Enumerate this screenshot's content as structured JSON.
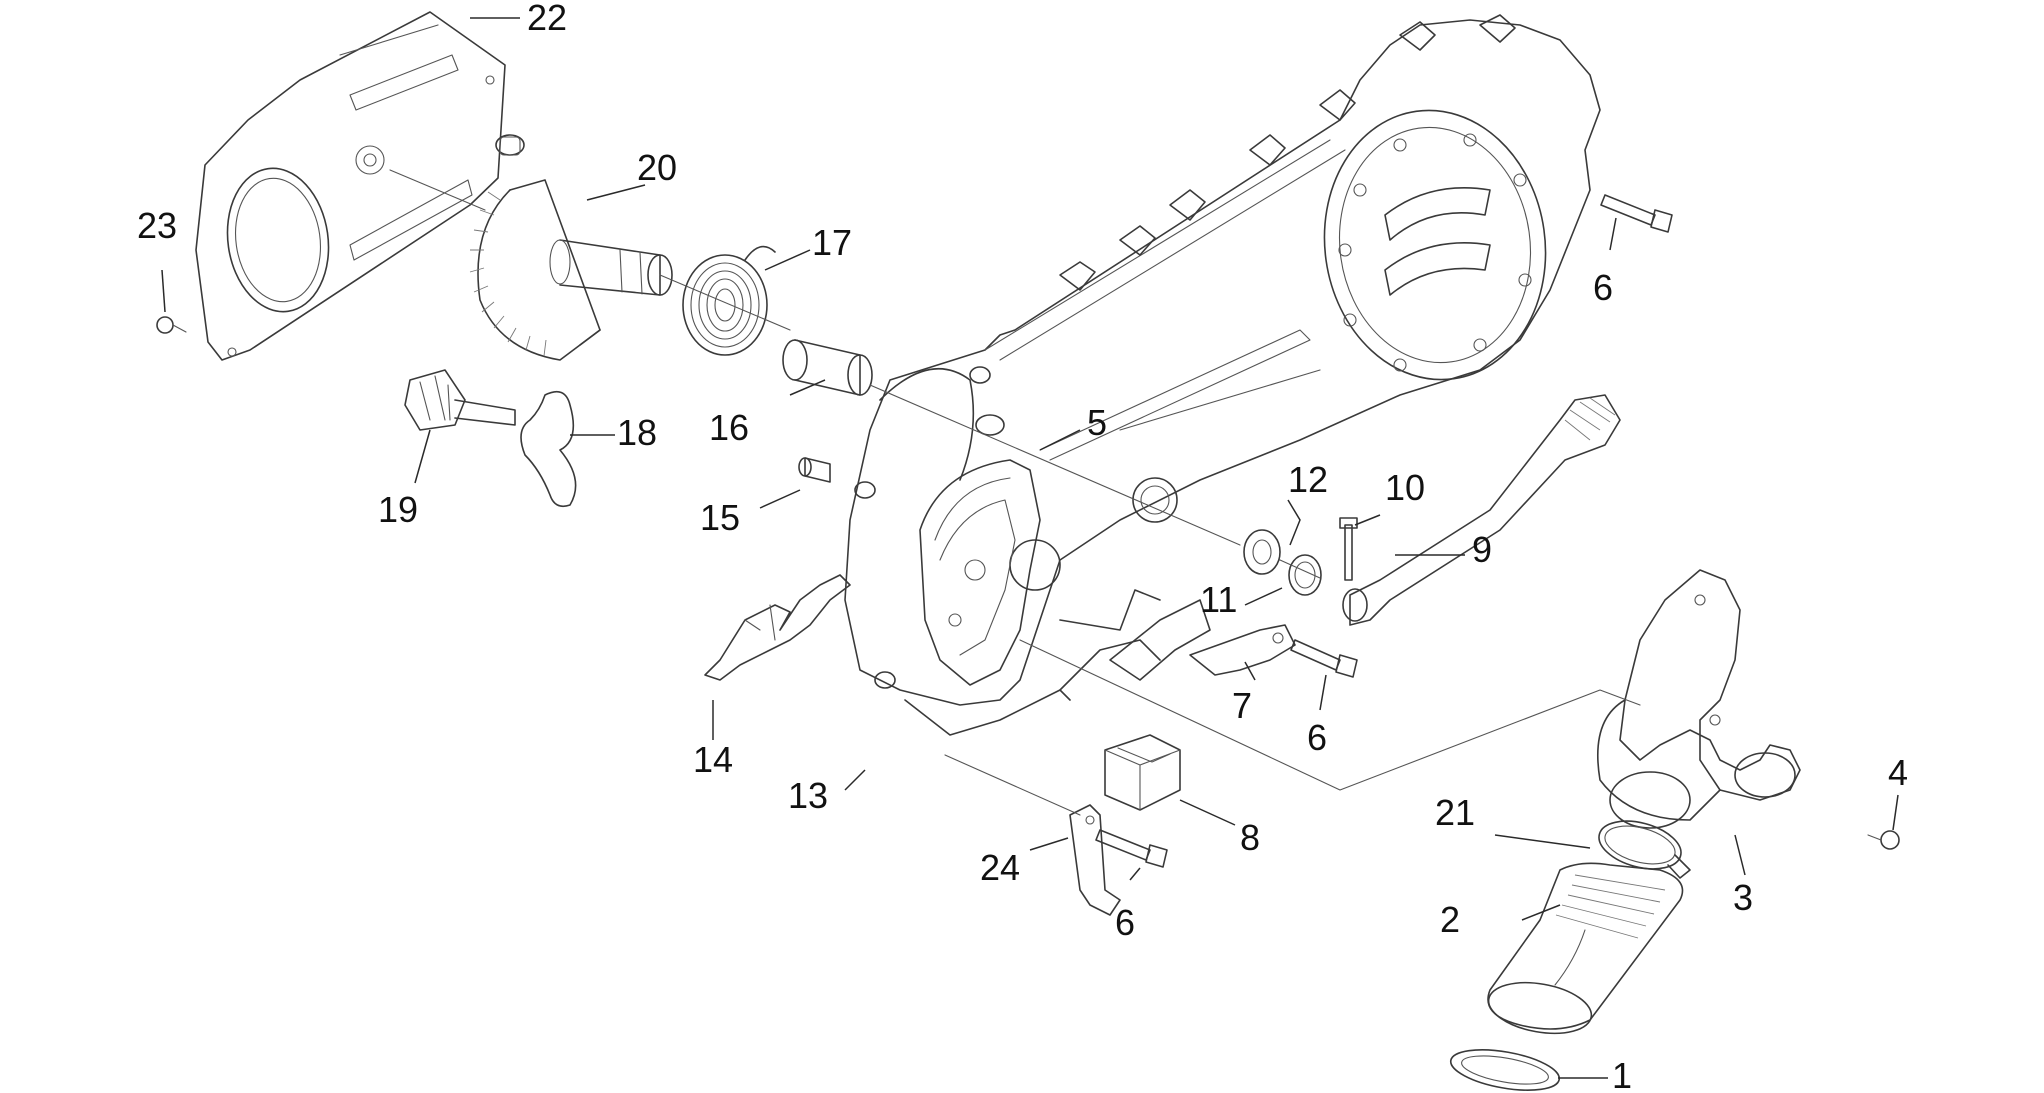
{
  "callouts": {
    "p1": "1",
    "p2": "2",
    "p3": "3",
    "p4": "4",
    "p5": "5",
    "p6a": "6",
    "p6b": "6",
    "p6c": "6",
    "p7": "7",
    "p8": "8",
    "p9": "9",
    "p10": "10",
    "p11": "11",
    "p12": "12",
    "p13": "13",
    "p14": "14",
    "p15": "15",
    "p16": "16",
    "p17": "17",
    "p18": "18",
    "p19": "19",
    "p20": "20",
    "p21": "21",
    "p22": "22",
    "p23": "23",
    "p24": "24"
  }
}
